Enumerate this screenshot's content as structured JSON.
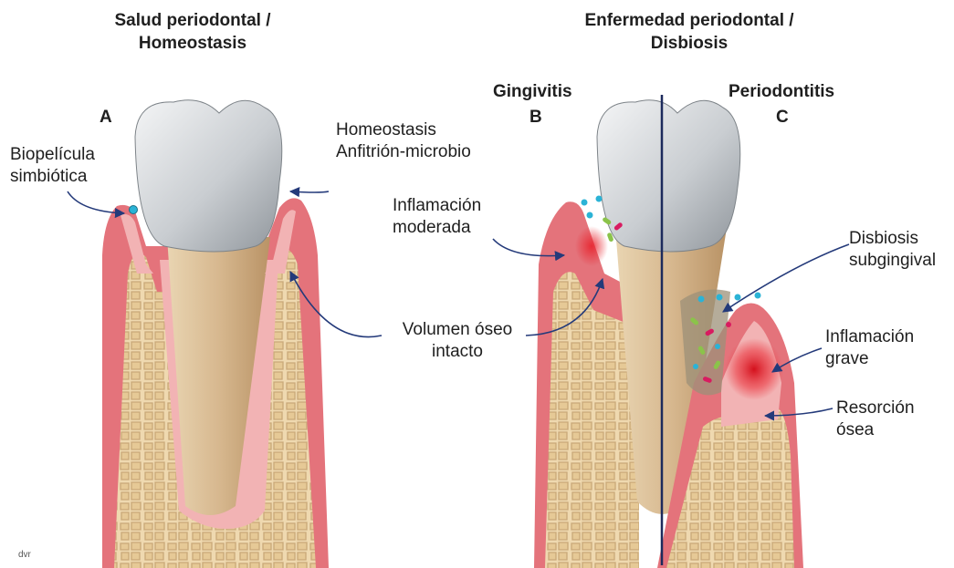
{
  "titles": {
    "health": [
      "Salud periodontal  /",
      "Homeostasis"
    ],
    "disease": [
      "Enfermedad periodontal /",
      "Disbiosis"
    ]
  },
  "panels": {
    "a": "A",
    "b_name": "Gingivitis",
    "b": "B",
    "c_name": "Periodontitis",
    "c": "C"
  },
  "labels": {
    "biofilm": [
      "Biopelícula",
      "simbiótica"
    ],
    "homeostasis": [
      "Homeostasis",
      "Anfitrión-microbio"
    ],
    "inflammation_moderate": [
      "Inflamación",
      "moderada"
    ],
    "bone_intact": [
      "Volumen óseo",
      "intacto"
    ],
    "dysbiosis": [
      "Disbiosis",
      "subgingival"
    ],
    "inflammation_severe": [
      "Inflamación",
      "grave"
    ],
    "bone_resorption": [
      "Resorción",
      "ósea"
    ]
  },
  "artist_signature": "dvr",
  "colors": {
    "gum": "#e4737b",
    "gum_light": "#f2b3b4",
    "bone": "#efd9b0",
    "bone_cells": "#c9a878",
    "crown": "#d9dcdf",
    "root": "#dcc09a",
    "arrow": "#243a7a",
    "inflammation": "#e8202a",
    "divider": "#1c2a5c"
  }
}
